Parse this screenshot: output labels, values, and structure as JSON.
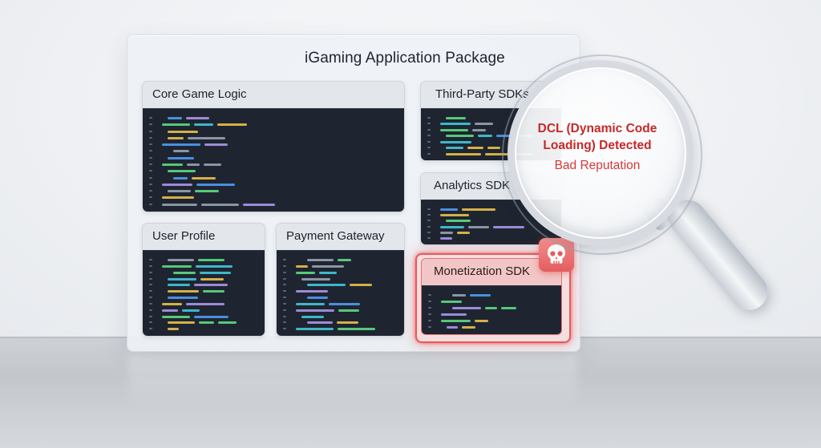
{
  "package": {
    "title": "iGaming Application Package"
  },
  "modules": {
    "core": {
      "title": "Core Game Logic"
    },
    "third_party": {
      "title": "Third-Party SDKs"
    },
    "analytics": {
      "title": "Analytics SDK"
    },
    "user_profile": {
      "title": "User Profile"
    },
    "payment": {
      "title": "Payment Gateway"
    },
    "monetization": {
      "title": "Monetization SDK",
      "status": "malicious",
      "badge_icon": "skull-icon"
    }
  },
  "inspection": {
    "finding": "DCL (Dynamic Code Loading) Detected",
    "verdict": "Bad Reputation",
    "tool_icon": "magnifying-glass-icon"
  },
  "colors": {
    "alert_red": "#c62828",
    "code_bg": "#1e2530",
    "syntax_yellow": "#d4b04a",
    "syntax_blue": "#4a8fe0",
    "syntax_green": "#58c77a",
    "syntax_purple": "#9d8ad6",
    "syntax_teal": "#3fb6c9",
    "syntax_gray": "#8b95a5"
  }
}
